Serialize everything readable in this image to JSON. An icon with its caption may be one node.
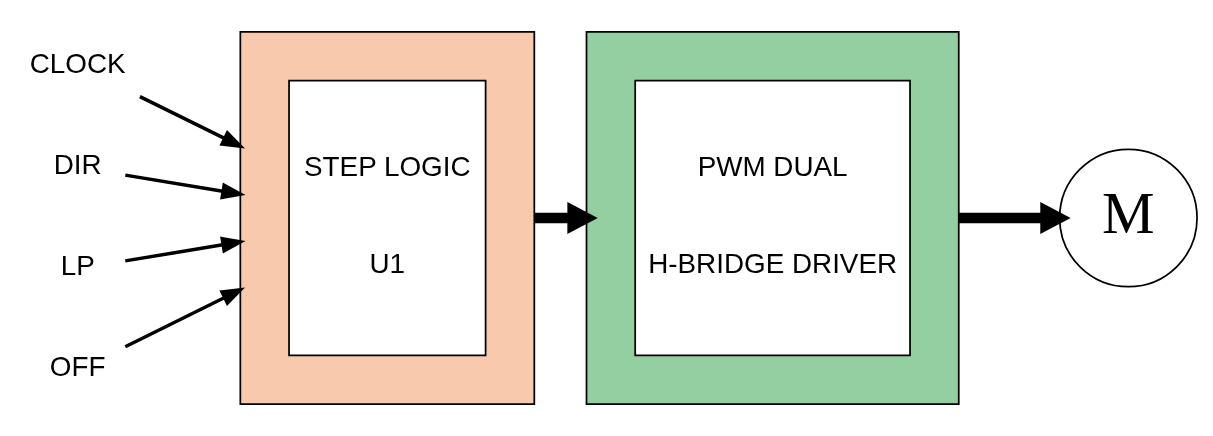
{
  "diagram": {
    "nodes": [
      {
        "text": [
          "CLOCK"
        ]
      },
      {
        "text": [
          "DIR"
        ]
      },
      {
        "text": [
          "LP"
        ]
      },
      {
        "text": [
          "OFF"
        ]
      },
      {
        "text": [],
        "shape": "box"
      },
      {
        "text": [
          "STEP LOGIC",
          "U1"
        ],
        "in": 4
      },
      {
        "text": [],
        "shape": "box"
      },
      {
        "text": [
          "PWM DUAL",
          "H-BRIDGE DRIVER"
        ],
        "in": 6
      },
      {
        "text": [
          "M"
        ]
      }
    ],
    "edges": [
      {
        "from": 0,
        "to": 4,
        "arrow": "to"
      },
      {
        "from": 1,
        "to": 4,
        "arrow": "to"
      },
      {
        "from": 2,
        "to": 4,
        "arrow": "to"
      },
      {
        "from": 3,
        "to": 4,
        "arrow": "to"
      },
      {
        "from": 4,
        "to": 6,
        "arrow": "to",
        "style": "thick"
      },
      {
        "from": 6,
        "to": 8,
        "arrow": "to",
        "style": "thick"
      }
    ]
  }
}
